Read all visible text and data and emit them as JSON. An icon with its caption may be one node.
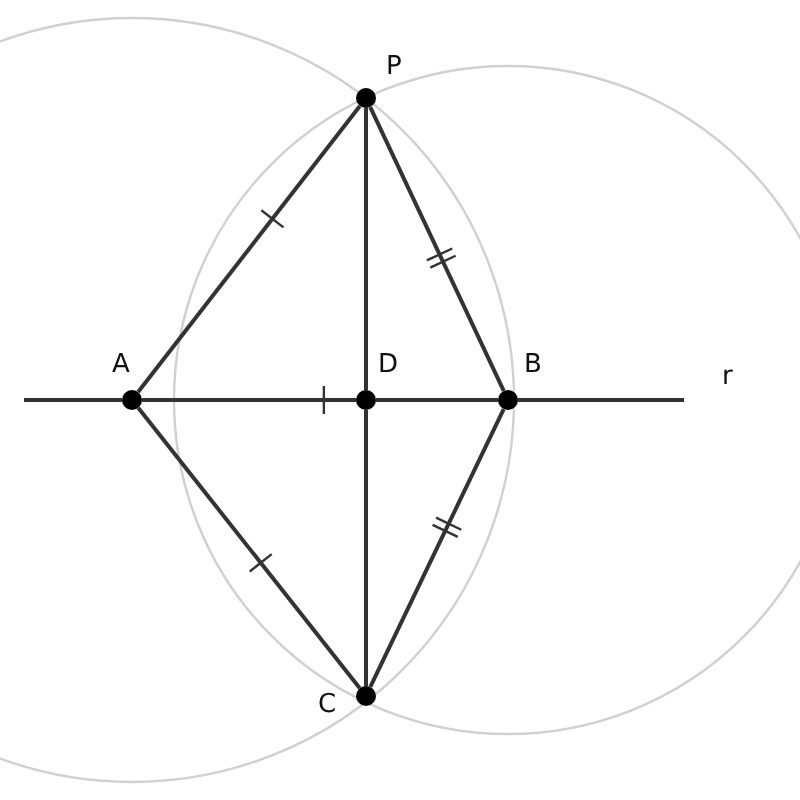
{
  "diagram": {
    "nodes": [
      {
        "text": [],
        "shape": "circle",
        "beside": [
          "P"
        ]
      },
      {
        "text": [],
        "shape": "circle",
        "beside": [
          "A"
        ]
      },
      {
        "text": [],
        "shape": "circle",
        "beside": [
          "D"
        ]
      },
      {
        "text": [],
        "shape": "circle",
        "beside": [
          "B"
        ]
      },
      {
        "text": [],
        "shape": "circle",
        "beside": [
          "C"
        ]
      }
    ],
    "edges": [
      {
        "from": 1,
        "to": 0,
        "arrow": "none"
      },
      {
        "from": 0,
        "to": 3,
        "arrow": "none"
      },
      {
        "from": 1,
        "to": 4,
        "arrow": "none"
      },
      {
        "from": 3,
        "to": 4,
        "arrow": "none"
      },
      {
        "from": 0,
        "to": 2,
        "arrow": "none"
      },
      {
        "from": 2,
        "to": 4,
        "arrow": "none"
      },
      {
        "from": 1,
        "to": 2,
        "arrow": "none"
      },
      {
        "from": 2,
        "to": 3,
        "arrow": "none"
      },
      {
        "from": null,
        "to": 1,
        "arrow": "none"
      },
      {
        "from": 3,
        "to": null,
        "arrow": "none"
      }
    ],
    "labels": [
      "r"
    ]
  }
}
